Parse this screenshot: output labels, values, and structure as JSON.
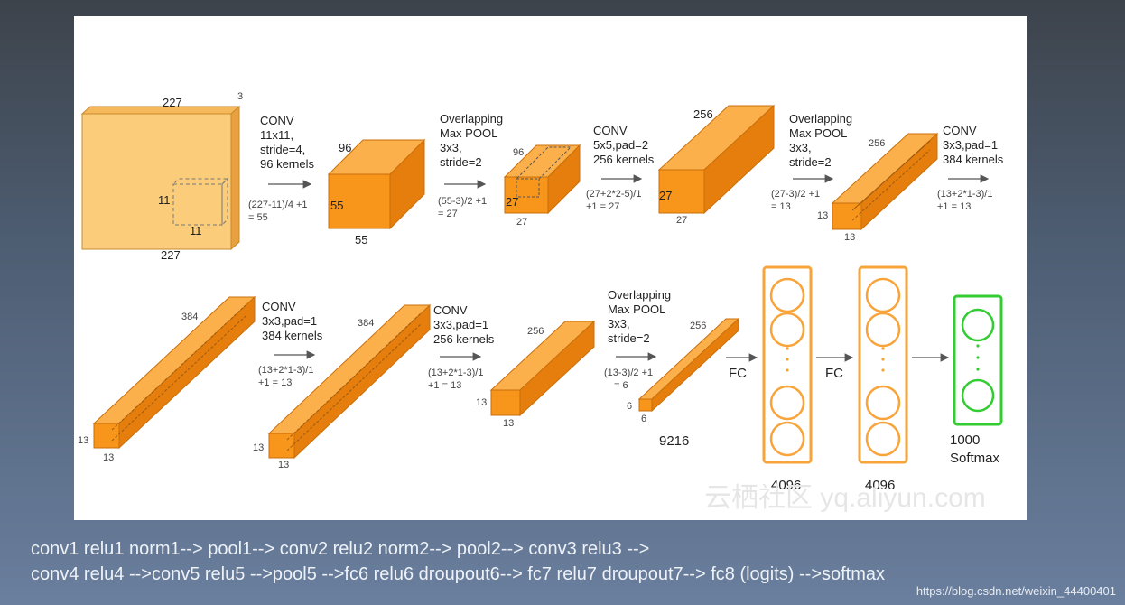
{
  "watermark": "云栖社区 yq.aliyun.com",
  "caption": {
    "line1": "conv1 relu1 norm1--> pool1--> conv2 relu2 norm2--> pool2--> conv3 relu3 -->",
    "line2": "conv4 relu4 -->conv5 relu5 -->pool5 -->fc6 relu6 droupout6--> fc7 relu7 droupout7--> fc8 (logits) -->softmax"
  },
  "credit": "https://blog.csdn.net/weixin_44400401",
  "colors": {
    "block_front": "#f8961c",
    "block_top": "#fbb04c",
    "block_side": "#e57e0c",
    "input_face": "#fbcd7a",
    "softmax": "#33cc33"
  },
  "input": {
    "width": "227",
    "height": "227",
    "depth": "3",
    "kernel_w": "11",
    "kernel_h": "11"
  },
  "steps": {
    "conv1": {
      "title": "CONV",
      "l2": "11x11,",
      "l3": "stride=4,",
      "l4": "96 kernels",
      "f1": "(227-11)/4 +1",
      "f2": "= 55"
    },
    "pool1": {
      "title": "Overlapping",
      "l2": "Max POOL",
      "l3": "3x3,",
      "l4": "stride=2",
      "f1": "(55-3)/2 +1",
      "f2": "= 27"
    },
    "conv2": {
      "title": "CONV",
      "l2": "5x5,pad=2",
      "l3": "256 kernels",
      "f1": "(27+2*2-5)/1",
      "f2": "+1  = 27"
    },
    "pool2": {
      "title": "Overlapping",
      "l2": "Max POOL",
      "l3": "3x3,",
      "l4": "stride=2",
      "f1": "(27-3)/2 +1",
      "f2": "= 13"
    },
    "conv3": {
      "title": "CONV",
      "l2": "3x3,pad=1",
      "l3": "384 kernels",
      "f1": "(13+2*1-3)/1",
      "f2": "+1  = 13"
    },
    "conv4": {
      "title": "CONV",
      "l2": "3x3,pad=1",
      "l3": "384 kernels",
      "f1": "(13+2*1-3)/1",
      "f2": "+1  = 13"
    },
    "conv5": {
      "title": "CONV",
      "l2": "3x3,pad=1",
      "l3": "256 kernels",
      "f1": "(13+2*1-3)/1",
      "f2": "+1  = 13"
    },
    "pool5": {
      "title": "Overlapping",
      "l2": "Max POOL",
      "l3": "3x3,",
      "l4": "stride=2",
      "f1": "(13-3)/2 +1",
      "f2": "= 6"
    }
  },
  "volumes": {
    "conv1_out": {
      "size": "55",
      "depth": "96"
    },
    "pool1_out": {
      "size": "27",
      "depth": "96"
    },
    "conv2_out": {
      "size": "27",
      "depth": "256"
    },
    "pool2_out": {
      "size": "13",
      "depth": "256"
    },
    "conv3_out": {
      "size": "13",
      "depth": "384"
    },
    "conv4_out": {
      "size": "13",
      "depth": "384"
    },
    "conv5_out": {
      "size": "13",
      "depth": "256"
    },
    "pool5_out": {
      "size": "6",
      "depth": "256",
      "flat": "9216"
    }
  },
  "fc": {
    "label1": "FC",
    "label2": "FC",
    "size1": "4096",
    "size2": "4096",
    "out_size": "1000",
    "out_name": "Softmax"
  }
}
